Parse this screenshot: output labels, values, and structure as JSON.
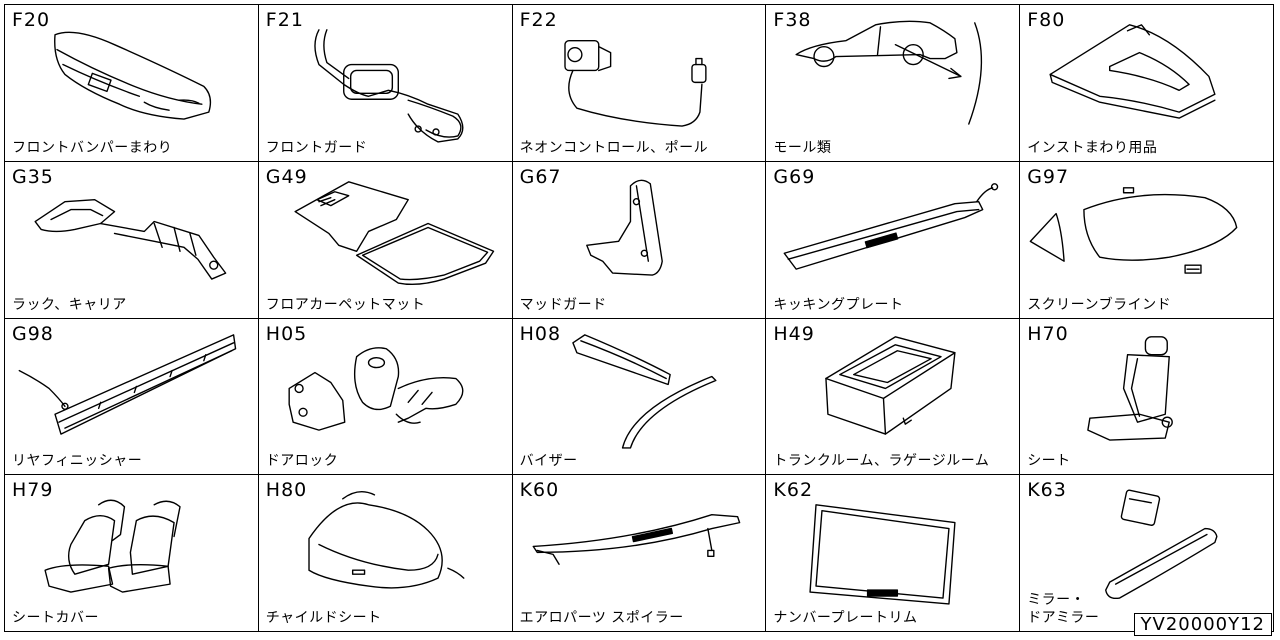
{
  "catalog_id": "YV20000Y12",
  "cells": [
    {
      "code": "F20",
      "label": "フロントバンパーまわり",
      "icon": "front-bumper-icon"
    },
    {
      "code": "F21",
      "label": "フロントガード",
      "icon": "front-guard-icon"
    },
    {
      "code": "F22",
      "label": "ネオンコントロール、ポール",
      "icon": "neon-control-pole-icon"
    },
    {
      "code": "F38",
      "label": "モール類",
      "icon": "molding-icon"
    },
    {
      "code": "F80",
      "label": "インストまわり用品",
      "icon": "instrument-panel-icon"
    },
    {
      "code": "G35",
      "label": "ラック、キャリア",
      "icon": "rack-carrier-icon"
    },
    {
      "code": "G49",
      "label": "フロアカーペットマット",
      "icon": "floor-mat-icon"
    },
    {
      "code": "G67",
      "label": "マッドガード",
      "icon": "mud-guard-icon"
    },
    {
      "code": "G69",
      "label": "キッキングプレート",
      "icon": "kicking-plate-icon"
    },
    {
      "code": "G97",
      "label": "スクリーンブラインド",
      "icon": "screen-blind-icon"
    },
    {
      "code": "G98",
      "label": "リヤフィニッシャー",
      "icon": "rear-finisher-icon"
    },
    {
      "code": "H05",
      "label": "ドアロック",
      "icon": "door-lock-icon"
    },
    {
      "code": "H08",
      "label": "バイザー",
      "icon": "visor-icon"
    },
    {
      "code": "H49",
      "label": "トランクルーム、ラゲージルーム",
      "icon": "trunk-box-icon"
    },
    {
      "code": "H70",
      "label": "シート",
      "icon": "seat-icon"
    },
    {
      "code": "H79",
      "label": "シートカバー",
      "icon": "seat-cover-icon"
    },
    {
      "code": "H80",
      "label": "チャイルドシート",
      "icon": "child-seat-icon"
    },
    {
      "code": "K60",
      "label": "エアロパーツ スポイラー",
      "icon": "spoiler-icon"
    },
    {
      "code": "K62",
      "label": "ナンバープレートリム",
      "icon": "plate-rim-icon"
    },
    {
      "code": "K63",
      "label": "ミラー・\nドアミラー",
      "icon": "mirror-icon"
    }
  ]
}
